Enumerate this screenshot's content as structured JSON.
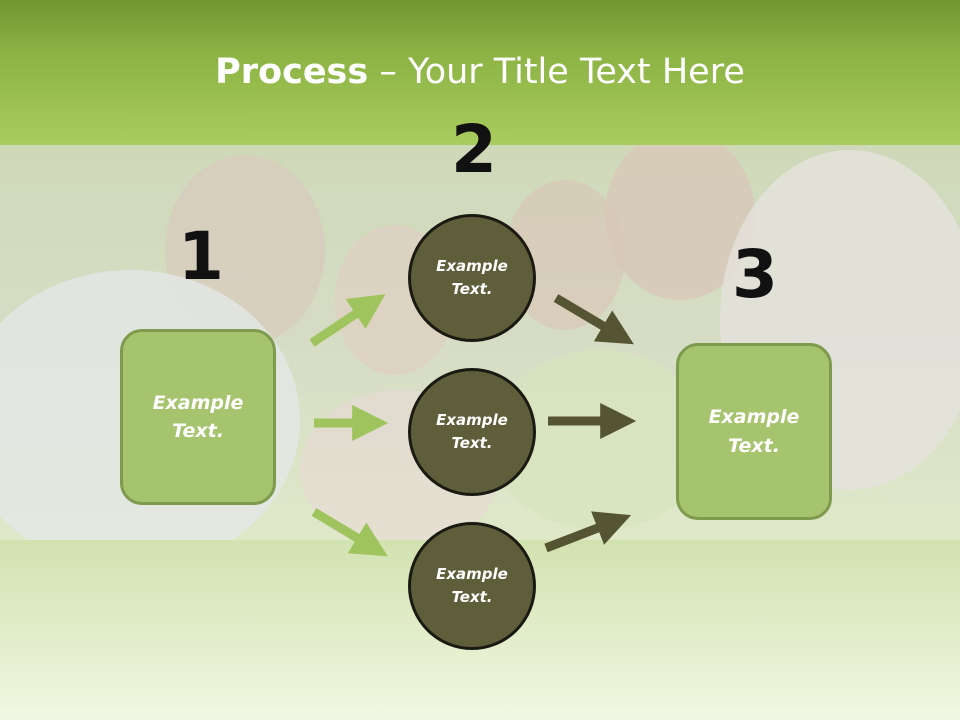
{
  "title": {
    "bold": "Process",
    "rest": " – Your Title Text Here"
  },
  "numbers": {
    "one": "1",
    "two": "2",
    "three": "3"
  },
  "left_box": {
    "line1": "Example",
    "line2": "Text."
  },
  "right_box": {
    "line1": "Example",
    "line2": "Text."
  },
  "circles": [
    {
      "line1": "Example",
      "line2": "Text."
    },
    {
      "line1": "Example",
      "line2": "Text."
    },
    {
      "line1": "Example",
      "line2": "Text."
    }
  ],
  "colors": {
    "header_green": "#8bb243",
    "box_fill": "#a6c46e",
    "circle_fill": "#5e5e3b",
    "light_arrow": "#9fc45e",
    "dark_arrow": "#555533"
  }
}
